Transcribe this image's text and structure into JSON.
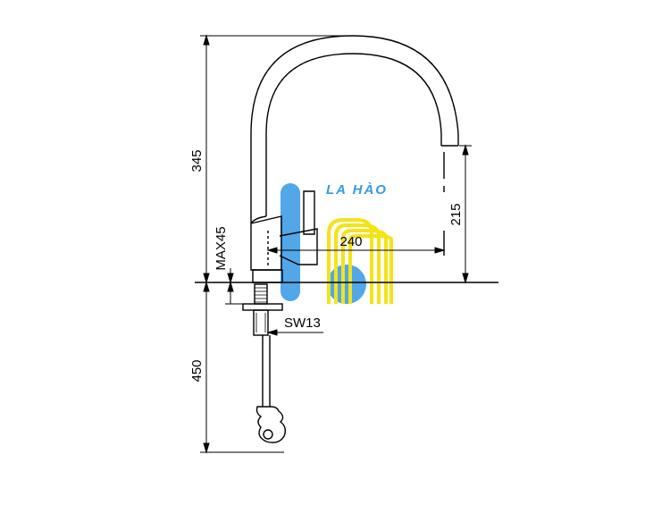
{
  "drawing": {
    "dimensions": {
      "total_height": "345",
      "outlet_height": "215",
      "reach": "240",
      "max_deck_thickness": "MAX45",
      "wrench_size": "SW13",
      "hose_length": "450"
    }
  },
  "watermark": {
    "brand": "LA HÀO",
    "colors": {
      "blue": "#1f8fe0",
      "yellow": "#f2e200"
    }
  }
}
